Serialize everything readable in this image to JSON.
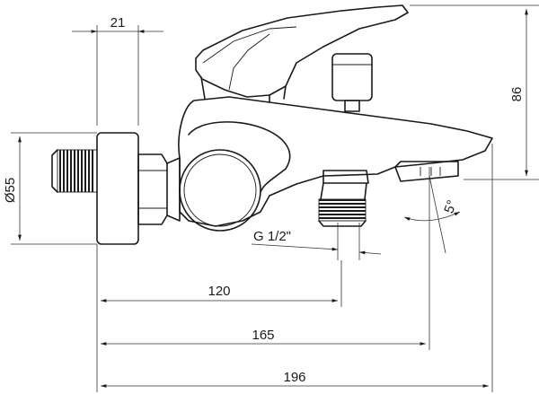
{
  "dimensions": {
    "top_width": "21",
    "height": "86",
    "diameter": "Ø55",
    "thread": "G 1/2\"",
    "angle": "5°",
    "length_a": "120",
    "length_b": "165",
    "length_c": "196"
  }
}
